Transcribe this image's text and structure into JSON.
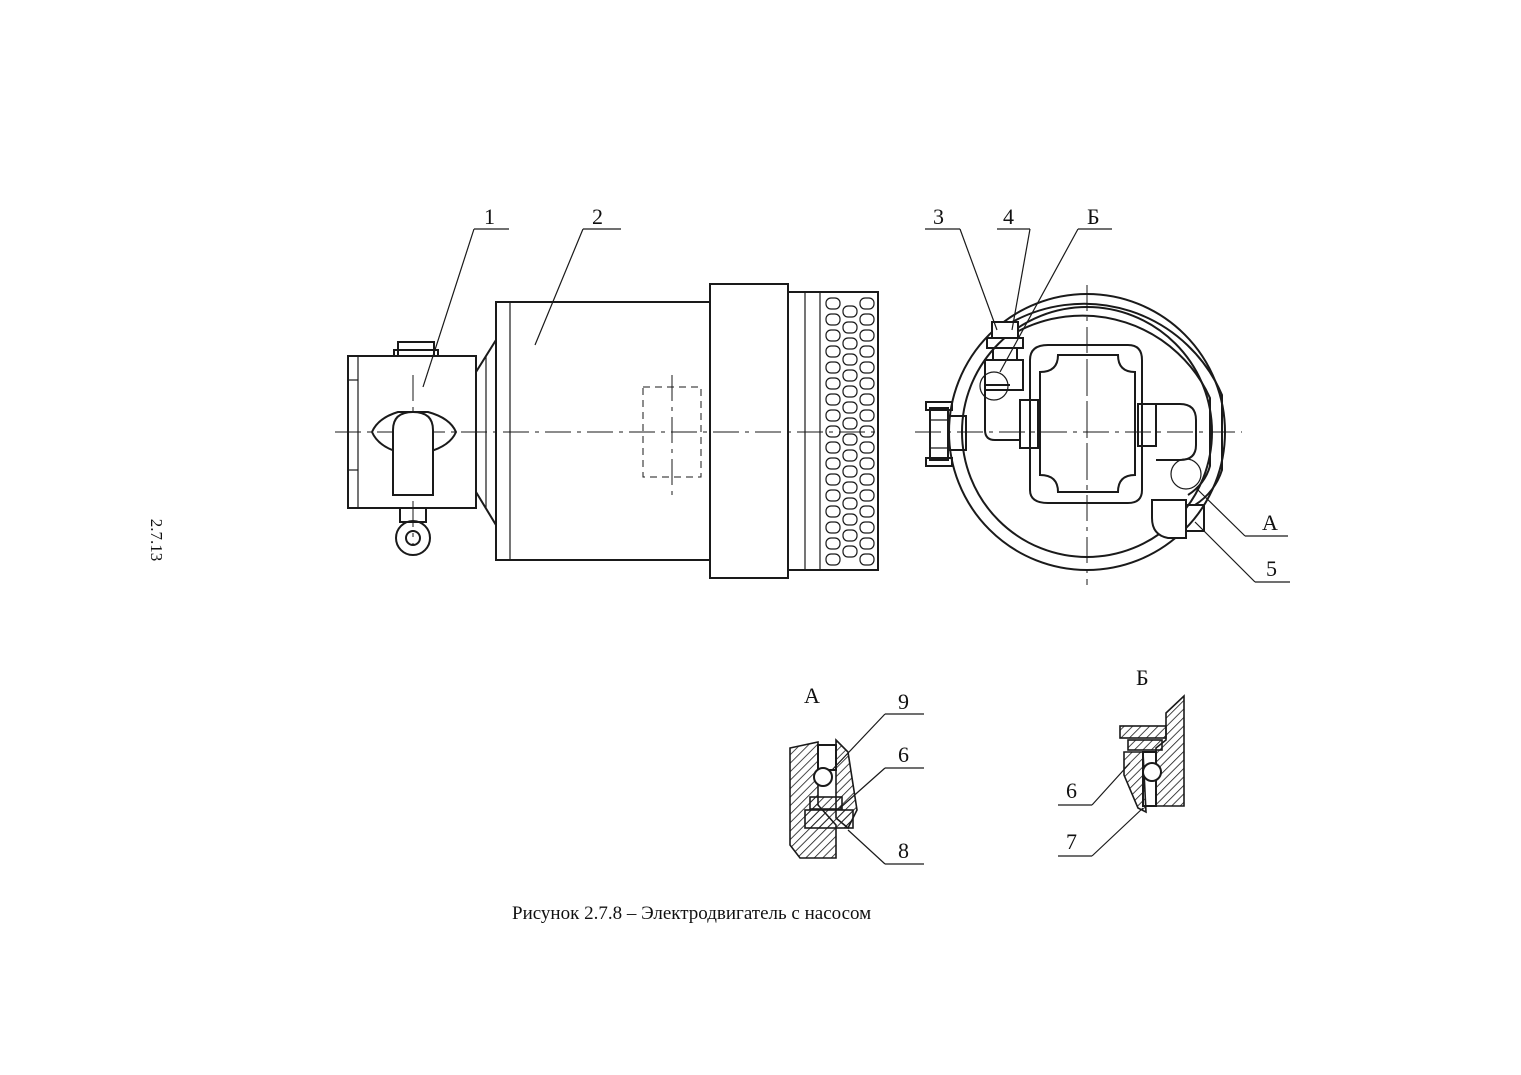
{
  "page_number": "2.7.13",
  "caption": "Рисунок 2.7.8 – Электродвигатель с насосом",
  "callouts": {
    "c1": "1",
    "c2": "2",
    "c3": "3",
    "c4": "4",
    "cB": "Б",
    "cA": "А",
    "c5": "5"
  },
  "detail_a": {
    "title": "А",
    "labels": {
      "l9": "9",
      "l6": "6",
      "l8": "8"
    }
  },
  "detail_b": {
    "title": "Б",
    "labels": {
      "l6": "6",
      "l7": "7"
    }
  }
}
